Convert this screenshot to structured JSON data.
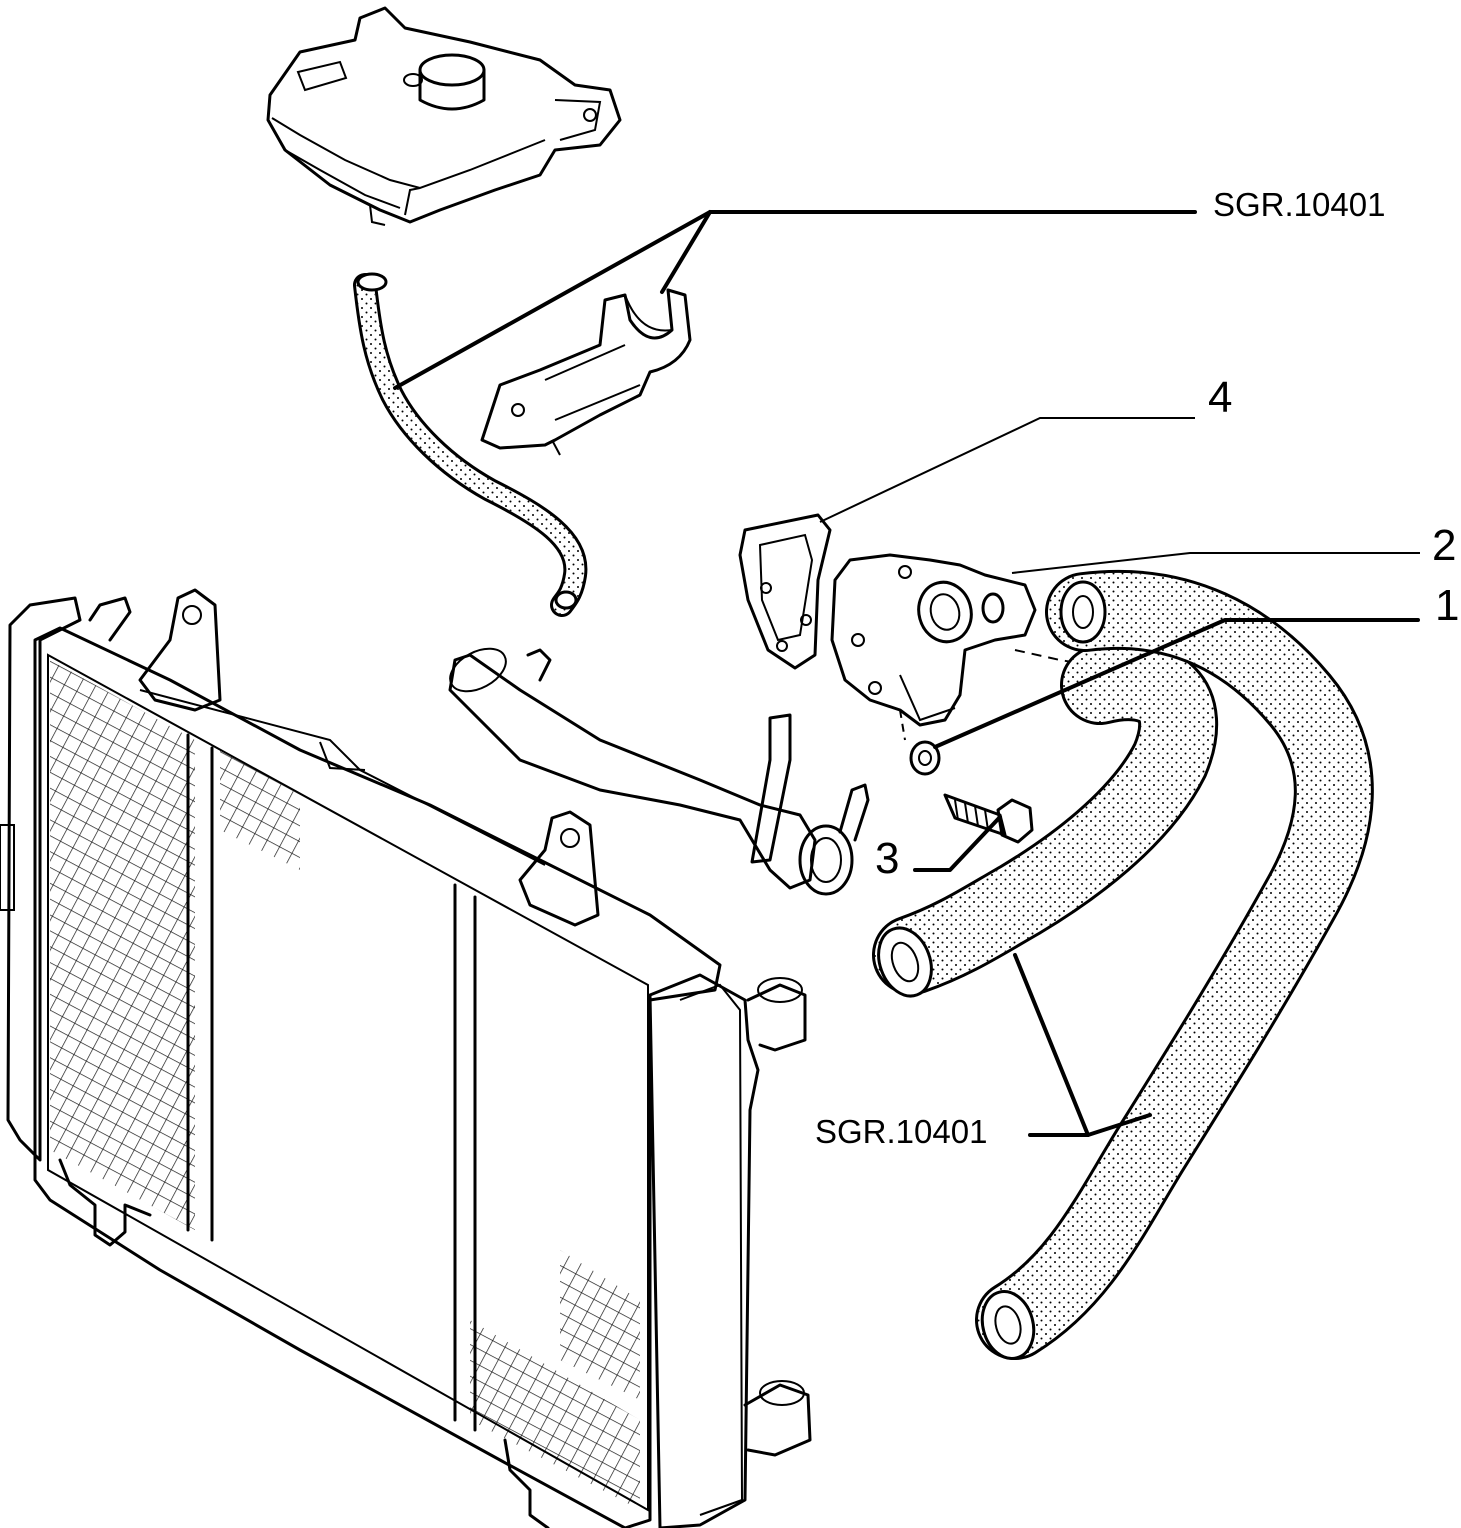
{
  "callouts": {
    "ref_top": "SGR.10401",
    "ref_bottom": "SGR.10401",
    "item_1": "1",
    "item_2": "2",
    "item_3": "3",
    "item_4": "4"
  }
}
